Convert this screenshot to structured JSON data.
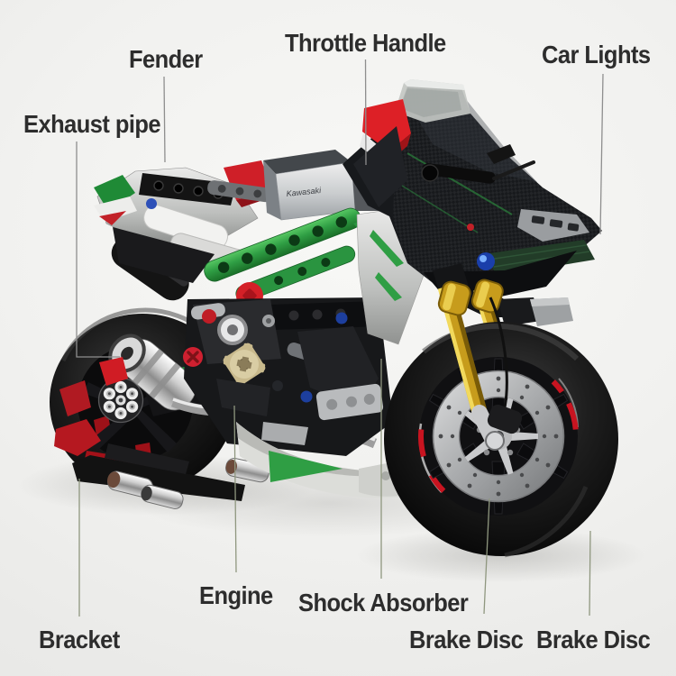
{
  "page": {
    "kind": "annotated product image",
    "subject": "Technic brick-built Kawasaki Ninja H2R style motorcycle model with part callouts",
    "background": "soft light-gray studio gradient"
  },
  "figure": {
    "brand_text": "Kawasaki",
    "colors": {
      "label_text": "#2d2d2d",
      "leader_line_top": "#8e8e8e",
      "leader_line_bottom": "#8f977f",
      "frame_green": "#2f9e44",
      "accent_red": "#d62027",
      "fork_gold": "#c79c1c",
      "carbon_black": "#17191c",
      "body_silver": "#d7d8d6",
      "tire_black": "#131313"
    }
  },
  "annotations": [
    {
      "id": "fender",
      "text": "Fender"
    },
    {
      "id": "throttle-handle",
      "text": "Throttle Handle"
    },
    {
      "id": "car-lights",
      "text": "Car Lights"
    },
    {
      "id": "exhaust-pipe",
      "text": "Exhaust pipe"
    },
    {
      "id": "engine",
      "text": "Engine"
    },
    {
      "id": "shock-absorber",
      "text": "Shock Absorber"
    },
    {
      "id": "bracket",
      "text": "Bracket"
    },
    {
      "id": "brake-disc-inner",
      "text": "Brake Disc"
    },
    {
      "id": "brake-disc-outer",
      "text": "Brake Disc"
    }
  ]
}
